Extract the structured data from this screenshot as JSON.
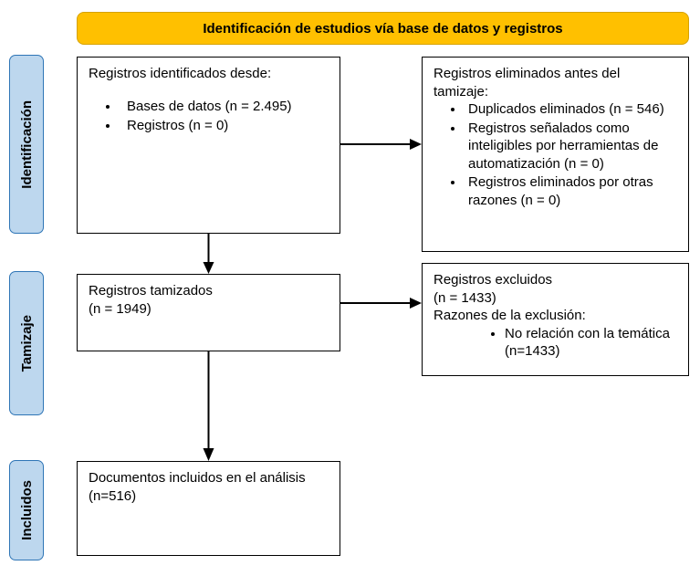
{
  "title": "Identificación de estudios vía base de datos y registros",
  "stages": [
    {
      "label": "Identificación"
    },
    {
      "label": "Tamizaje"
    },
    {
      "label": "Incluidos"
    }
  ],
  "boxes": {
    "identified": {
      "heading": "Registros identificados desde:",
      "bullets": [
        "Bases de datos (n = 2.495)",
        "Registros (n = 0)"
      ]
    },
    "removed": {
      "heading": "Registros eliminados antes del tamizaje:",
      "bullets": [
        "Duplicados eliminados (n = 546)",
        "Registros señalados como inteligibles por herramientas de automatización (n = 0)",
        "Registros eliminados por otras razones (n = 0)"
      ]
    },
    "screened": {
      "line1": "Registros tamizados",
      "line2": "(n = 1949)"
    },
    "excluded": {
      "line1": "Registros excluidos",
      "line2": "(n = 1433)",
      "line3": "Razones de la exclusión:",
      "bullets": [
        "No relación con la temática (n=1433)"
      ]
    },
    "included": {
      "text": "Documentos incluidos en el análisis (n=516)"
    }
  },
  "colors": {
    "banner": "#FFC000",
    "stage_fill": "#BDD7EE",
    "stage_border": "#2E75B6"
  }
}
